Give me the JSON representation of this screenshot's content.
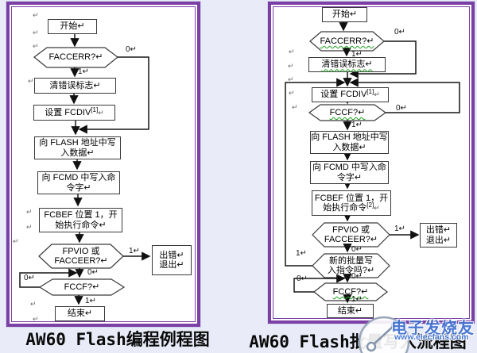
{
  "colors": {
    "background": "#e9ecf8",
    "frame_purple": "#7b3fa5",
    "connector": "#161616",
    "squiggle_green": "#1fa01f",
    "watermark_blue": "#3e6fd0"
  },
  "marks": {
    "pilcrow": "↵"
  },
  "branch": {
    "zero": "0↵",
    "one": "1↵"
  },
  "left_chart": {
    "caption": "AW60 Flash编程例程图",
    "nodes": {
      "start": "开始↵",
      "faccerr": "FACCERR?↵",
      "clear_flag": "清错误标志↵",
      "set_fcdiv": "设置 FCDIV",
      "set_fcdiv_sup": "[1]",
      "write_flash_1": "向 FLASH 地址中写",
      "write_flash_2": "入数据↵",
      "write_fcmd_1": "向 FCMD 中写入命",
      "write_fcmd_2": "令字↵",
      "fcbef_1": "FCBEF 位置 1，开",
      "fcbef_2": "始执行命令↵",
      "fpvio_1": "FPVIO 或",
      "fpvio_2": "FACCEER?↵",
      "error_exit_1": "出错↵",
      "error_exit_2": "退出↵",
      "fccf": "FCCF?↵",
      "end": "结束↵"
    }
  },
  "right_chart": {
    "caption": "AW60 Flash批量写入流程图",
    "nodes": {
      "start": "开始↵",
      "faccerr": "FACCERR?↵",
      "clear_flag": "清错误标志↵",
      "set_fcdiv": "设置 FCDIV",
      "set_fcdiv_sup": "[1]",
      "fccf_wait": "FCCF?↵",
      "write_flash_1": "向 FLASH 地址中写",
      "write_flash_2": "入数据↵",
      "write_fcmd_1": "向 FCMD 中写入命",
      "write_fcmd_2": "令字↵",
      "fcbef_1": "FCBEF 位置 1，开",
      "fcbef_2": "始执行命令",
      "fcbef_sup": "[2]",
      "fpvio_1": "FPVIO 或",
      "fpvio_2": "FACCEER?↵",
      "error_exit_1": "出错↵",
      "error_exit_2": "退出↵",
      "new_batch_1": "新的批量写",
      "new_batch_2": "入指令吗?↵",
      "fccf": "FCCF?↵",
      "end": "结束↵"
    }
  },
  "watermark": {
    "brand": "电子发烧友",
    "url": "www.elecfans.com"
  }
}
